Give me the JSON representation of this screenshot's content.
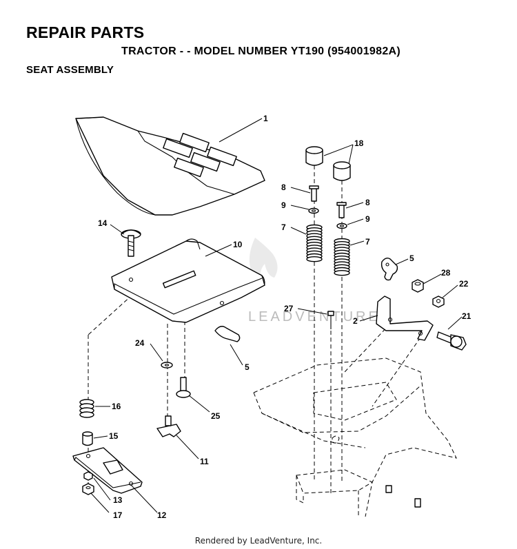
{
  "header": {
    "title": "REPAIR PARTS",
    "model_line": "TRACTOR - - MODEL NUMBER YT190 (954001982A)",
    "section": "SEAT ASSEMBLY"
  },
  "watermark": "LEADVENTURE",
  "footer": {
    "credit": "Rendered by LeadVenture, Inc."
  },
  "callouts": {
    "c1": "1",
    "c18": "18",
    "c8a": "8",
    "c8b": "8",
    "c9a": "9",
    "c9b": "9",
    "c7a": "7",
    "c7b": "7",
    "c14": "14",
    "c10": "10",
    "c5a": "5",
    "c5b": "5",
    "c28": "28",
    "c22": "22",
    "c27": "27",
    "c2": "2",
    "c21": "21",
    "c24": "24",
    "c25": "25",
    "c16": "16",
    "c15": "15",
    "c11": "11",
    "c13": "13",
    "c17": "17",
    "c12": "12"
  }
}
